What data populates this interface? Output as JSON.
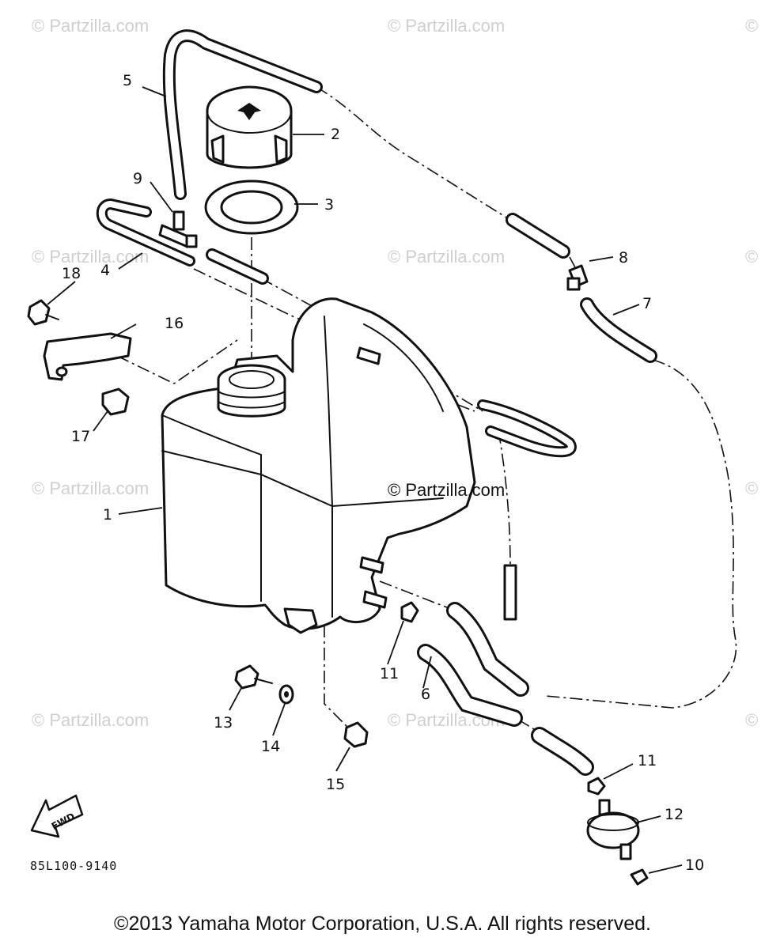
{
  "watermark": "© Partzilla.com",
  "center_watermark": "© Partzilla.com",
  "diagram_code": "85L100-9140",
  "fwd_label": "FWD",
  "copyright": "©2013  Yamaha Motor Corporation, U.S.A. All rights reserved.",
  "callouts": {
    "c1": "1",
    "c2": "2",
    "c3": "3",
    "c4": "4",
    "c5": "5",
    "c6": "6",
    "c7": "7",
    "c8": "8",
    "c9": "9",
    "c10": "10",
    "c11a": "11",
    "c11b": "11",
    "c12": "12",
    "c13": "13",
    "c14": "14",
    "c15": "15",
    "c16": "16",
    "c17": "17",
    "c18": "18"
  }
}
